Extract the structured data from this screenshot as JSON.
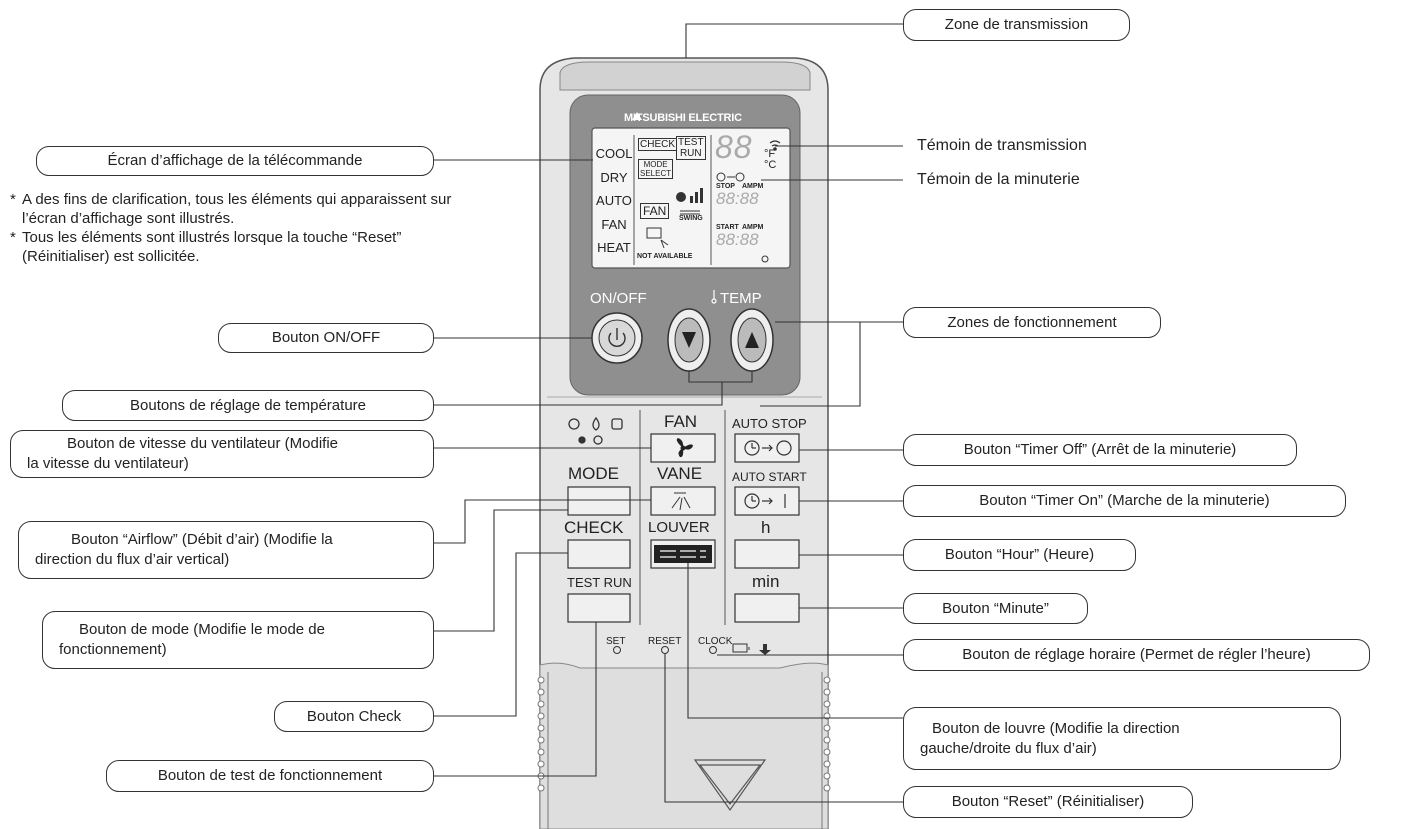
{
  "callouts": {
    "zone_transmission": "Zone de transmission",
    "temoin_transmission": "Témoin de transmission",
    "temoin_minuterie": "Témoin de la minuterie",
    "ecran_affichage": "Écran d’affichage de la télécommande",
    "bouton_onoff": "Bouton ON/OFF",
    "zones_fonctionnement": "Zones de fonctionnement",
    "boutons_temperature": "Boutons de réglage de température",
    "vitesse_ventilateur_1": "Bouton de vitesse du ventilateur  (Modifie",
    "vitesse_ventilateur_2": "la vitesse du ventilateur)",
    "timer_off": "Bouton “Timer Off” (Arrêt de la minuterie)",
    "timer_on": "Bouton “Timer On” (Marche de la minuterie)",
    "airflow_1": "Bouton “Airflow” (Débit d’air) (Modifie la",
    "airflow_2": "direction du flux d’air vertical)",
    "hour": "Bouton “Hour” (Heure)",
    "minute": "Bouton “Minute”",
    "mode_1": "Bouton de mode (Modifie le mode de",
    "mode_2": "fonctionnement)",
    "reglage_horaire": "Bouton de réglage horaire (Permet de régler l’heure)",
    "check": "Bouton Check",
    "louvre_1": "Bouton de louvre (Modifie la direction",
    "louvre_2": "gauche/droite du flux d’air)",
    "test_fonctionnement": "Bouton de test de fonctionnement",
    "reset": "Bouton “Reset” (Réinitialiser)"
  },
  "notes": [
    "A des fins de clarification, tous les éléments qui apparaissent sur l’écran d’affichage sont illustrés.",
    "Tous les éléments sont illustrés lorsque la touche “Reset” (Réinitialiser) est sollicitée."
  ],
  "note_marker": "*",
  "remote": {
    "brand": "MITSUBISHI ELECTRIC",
    "lcd_modes": [
      "COOL",
      "DRY",
      "AUTO",
      "FAN",
      "HEAT"
    ],
    "lcd_check": "CHECK",
    "lcd_test": "TEST",
    "lcd_run": "RUN",
    "lcd_mode": "MODE",
    "lcd_select": "SELECT",
    "lcd_fan": "FAN",
    "lcd_swing": "SWING",
    "lcd_not_available": "NOT AVAILABLE",
    "lcd_digits": "88",
    "lcd_unit_f": "°F",
    "lcd_unit_c": "°C",
    "lcd_stop": "STOP",
    "lcd_start": "START",
    "lcd_ampm": "AMPM",
    "lcd_time": "88:88",
    "label_onoff": "ON/OFF",
    "label_temp": "TEMP",
    "label_fan": "FAN",
    "label_mode": "MODE",
    "label_vane": "VANE",
    "label_check": "CHECK",
    "label_louver": "LOUVER",
    "label_test_run": "TEST RUN",
    "label_auto_stop": "AUTO STOP",
    "label_auto_start": "AUTO START",
    "label_h": "h",
    "label_min": "min",
    "label_set": "SET",
    "label_reset": "RESET",
    "label_clock": "CLOCK"
  },
  "colors": {
    "body": "#e4e4e4",
    "body_dark": "#cfcfcf",
    "panel": "#8e8e8e",
    "lcd": "#f4f4f4",
    "line": "#333333"
  }
}
